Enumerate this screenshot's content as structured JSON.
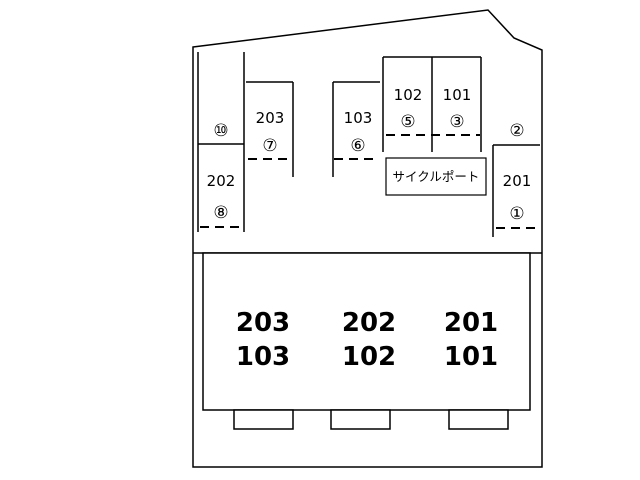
{
  "parking_spaces": [
    {
      "unit": "",
      "number": "⑩"
    },
    {
      "unit": "202",
      "number": "⑧"
    },
    {
      "unit": "203",
      "number": "⑦"
    },
    {
      "unit": "103",
      "number": "⑥"
    },
    {
      "unit": "102",
      "number": "⑤"
    },
    {
      "unit": "101",
      "number": "③"
    },
    {
      "unit": "",
      "number": "②"
    },
    {
      "unit": "201",
      "number": "①"
    }
  ],
  "cycle_port": "サイクルポート",
  "building_units": [
    {
      "upper": "203",
      "lower": "103"
    },
    {
      "upper": "202",
      "lower": "102"
    },
    {
      "upper": "201",
      "lower": "101"
    }
  ]
}
